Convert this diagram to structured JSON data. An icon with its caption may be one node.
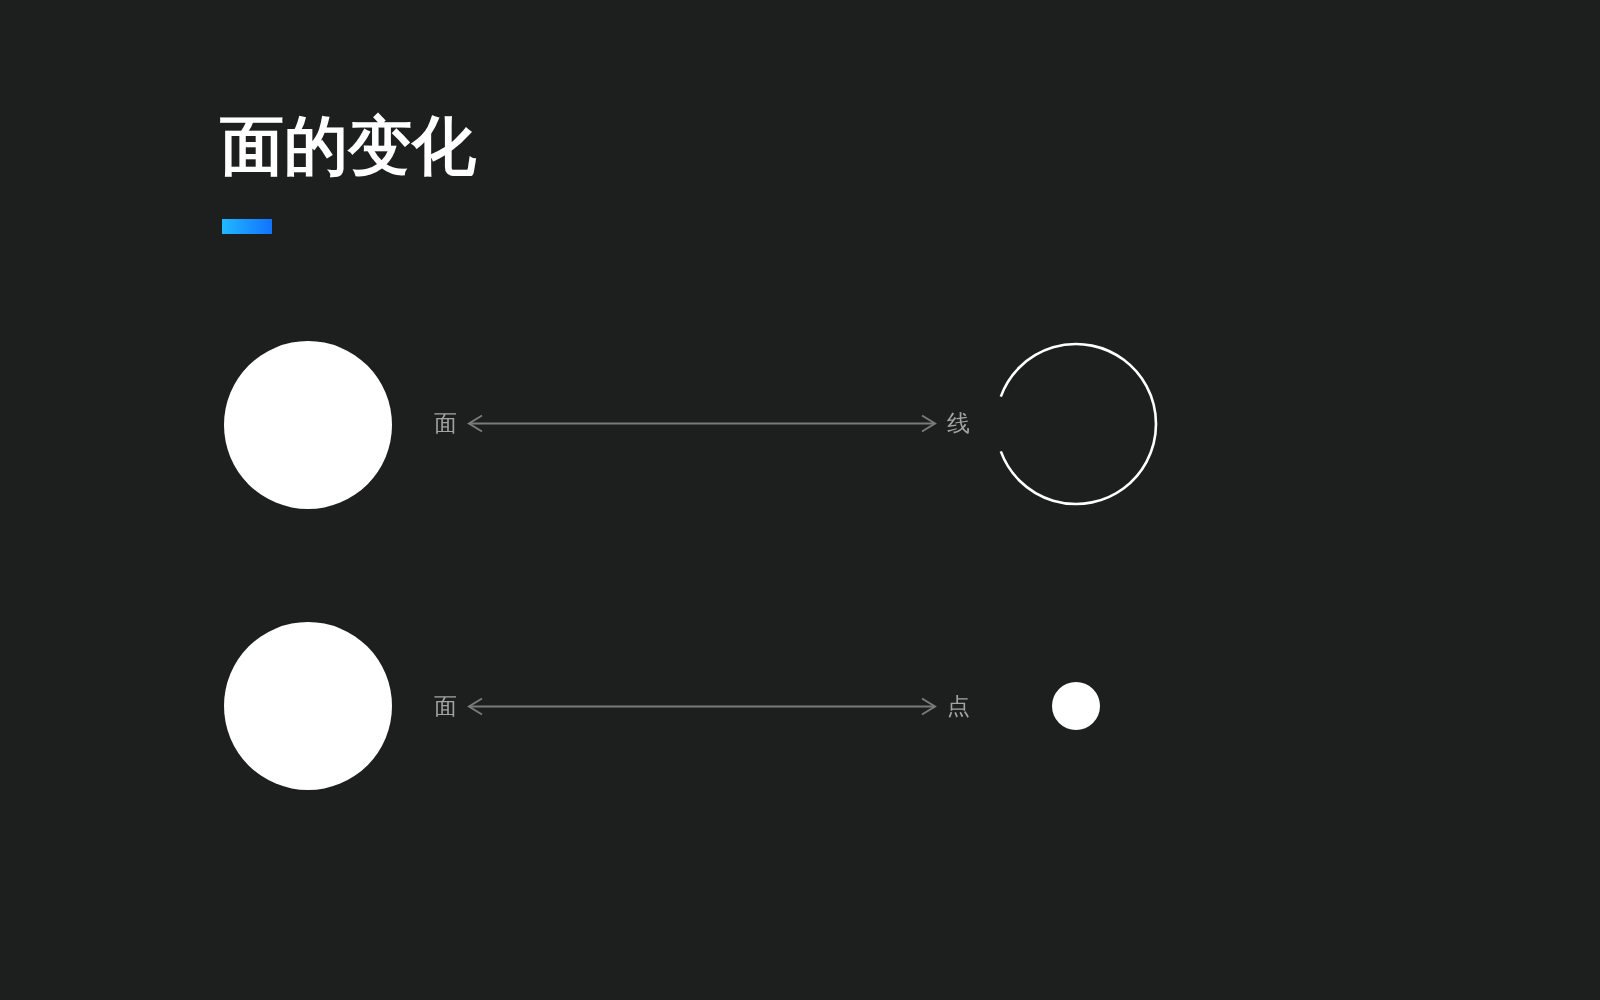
{
  "diagram": {
    "title": "面的变化",
    "nodes": [
      {
        "text": [],
        "shape": "circle"
      },
      {
        "text": [
          "面"
        ]
      },
      {
        "text": [
          "线"
        ]
      },
      {
        "text": [],
        "shape": "circle"
      },
      {
        "text": [],
        "shape": "circle"
      },
      {
        "text": [
          "面"
        ]
      },
      {
        "text": [
          "点"
        ]
      },
      {
        "text": [],
        "shape": "circle"
      }
    ],
    "edges": [
      {
        "from": 1,
        "to": 2,
        "arrow": "both"
      },
      {
        "from": 5,
        "to": 6,
        "arrow": "both"
      }
    ]
  }
}
